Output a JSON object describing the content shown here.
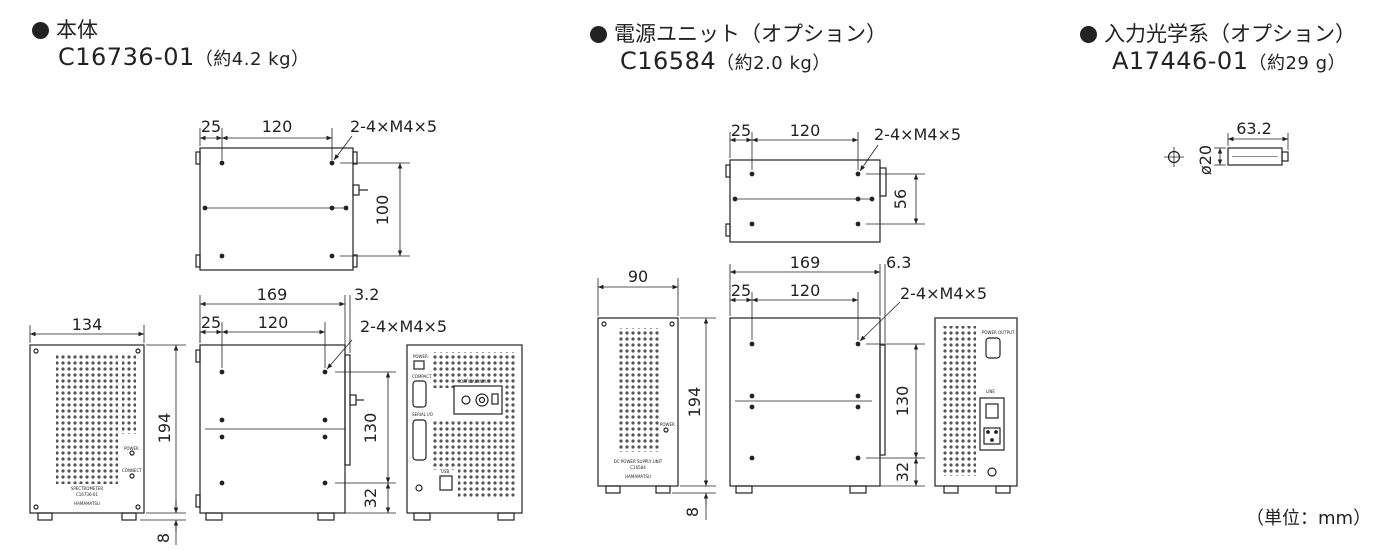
{
  "units": {
    "main": {
      "heading": "本体",
      "model": "C16736-01",
      "weight": "（約4.2 kg）"
    },
    "power": {
      "heading": "電源ユニット（オプション）",
      "model": "C16584",
      "weight": "（約2.0 kg）"
    },
    "optics": {
      "heading": "入力光学系（オプション）",
      "model": "A17446-01",
      "weight": "（約29 g）"
    }
  },
  "unit_note": "（単位：mm）",
  "dims": {
    "main_top_25": "25",
    "main_top_120": "120",
    "main_top_screw": "2-4×M4×5",
    "main_top_100": "100",
    "main_front_134": "134",
    "main_front_194": "194",
    "main_front_8": "8",
    "main_side_169": "169",
    "main_side_32a": "3.2",
    "main_side_25": "25",
    "main_side_120": "120",
    "main_side_screw": "2-4×M4×5",
    "main_side_130": "130",
    "main_side_32": "32",
    "pwr_top_25": "25",
    "pwr_top_120": "120",
    "pwr_top_screw": "2-4×M4×5",
    "pwr_top_56": "56",
    "pwr_front_90": "90",
    "pwr_front_194": "194",
    "pwr_front_8": "8",
    "pwr_side_169": "169",
    "pwr_side_63": "6.3",
    "pwr_side_25": "25",
    "pwr_side_120": "120",
    "pwr_side_screw": "2-4×M4×5",
    "pwr_side_130": "130",
    "pwr_side_32": "32",
    "opt_632": "63.2",
    "opt_dia": "ø20"
  },
  "panel_labels": {
    "main_power": "POWER",
    "main_connect": "CONNECT",
    "main_brand1": "SPECTROMETER",
    "main_brand2": "C16736-01",
    "main_logo": "HAMAMATSU",
    "main_rear_power": "POWER",
    "main_rear_comp": "COMPACT",
    "main_rear_input": "OPTICAL INPUT",
    "main_rear_serial": "SERIAL I/O",
    "main_rear_usb": "USB",
    "pwr_power": "POWER",
    "pwr_brand1": "DC POWER SUPPLY UNIT",
    "pwr_brand2": "C16584",
    "pwr_logo": "HAMAMATSU",
    "pwr_rear_out": "POWER OUTPUT",
    "pwr_rear_line": "LINE"
  },
  "colors": {
    "line": "#222222",
    "grille": "#555555"
  }
}
